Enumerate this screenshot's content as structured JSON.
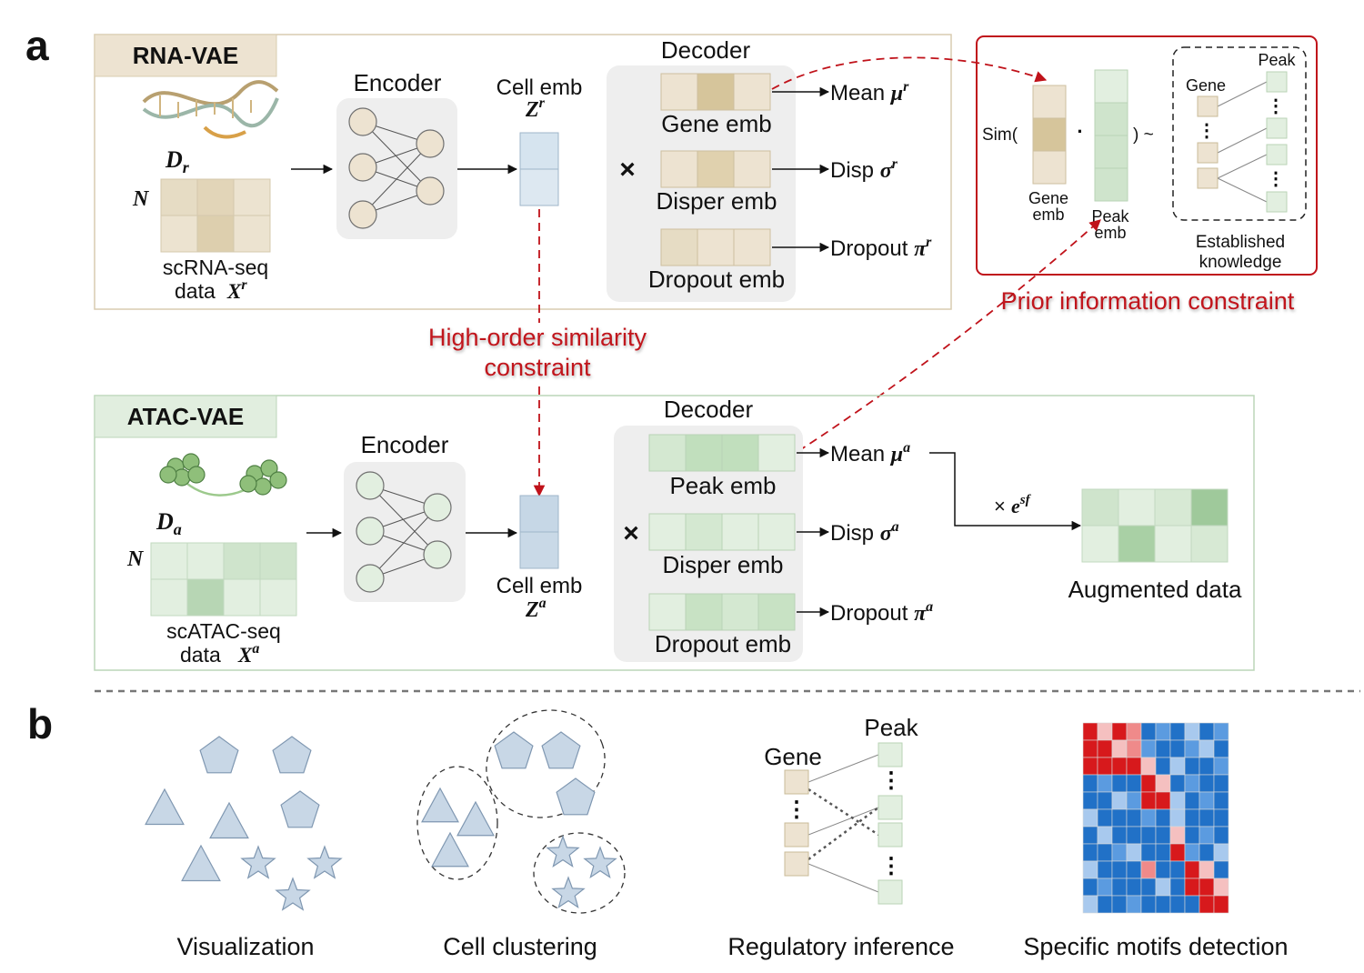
{
  "panel_a": {
    "label": "a",
    "rna_vae": {
      "title": "RNA-VAE",
      "dim_label": "D",
      "dim_sub": "r",
      "n_label": "N",
      "data_label_line1": "scRNA-seq",
      "data_label_line2": "data",
      "data_var": "X",
      "data_sup": "r",
      "encoder_label": "Encoder",
      "cell_emb_label": "Cell emb",
      "cell_emb_var": "Z",
      "cell_emb_sup": "r",
      "decoder_label": "Decoder",
      "times": "×",
      "gene_emb": "Gene emb",
      "disper_emb": "Disper emb",
      "dropout_emb": "Dropout emb",
      "mean_label": "Mean",
      "mean_sym": "μ",
      "disp_label": "Disp",
      "disp_sym": "σ",
      "dropout_label": "Dropout",
      "dropout_sym": "π",
      "sup": "r"
    },
    "prior_box": {
      "sim_open": "Sim(",
      "dot": "·",
      "close_tilde": ") ~",
      "gene_emb_l1": "Gene",
      "gene_emb_l2": "emb",
      "peak_emb_l1": "Peak",
      "peak_emb_l2": "emb",
      "gene": "Gene",
      "peak": "Peak",
      "established_l1": "Established",
      "established_l2": "knowledge",
      "vdots": "⋮"
    },
    "prior_constraint": "Prior information constraint",
    "high_order_l1": "High-order similarity",
    "high_order_l2": "constraint",
    "atac_vae": {
      "title": "ATAC-VAE",
      "dim_label": "D",
      "dim_sub": "a",
      "n_label": "N",
      "data_label_line1": "scATAC-seq",
      "data_label_line2": "data",
      "data_var": "X",
      "data_sup": "a",
      "encoder_label": "Encoder",
      "cell_emb_label": "Cell emb",
      "cell_emb_var": "Z",
      "cell_emb_sup": "a",
      "decoder_label": "Decoder",
      "times": "×",
      "peak_emb": "Peak emb",
      "disper_emb": "Disper emb",
      "dropout_emb": "Dropout emb",
      "mean_label": "Mean",
      "mean_sym": "μ",
      "disp_label": "Disp",
      "disp_sym": "σ",
      "dropout_label": "Dropout",
      "dropout_sym": "π",
      "sup": "a",
      "scale_times": "×",
      "scale_var": "e",
      "scale_sup": "sf",
      "augmented": "Augmented data"
    }
  },
  "panel_b": {
    "label": "b",
    "visualization": "Visualization",
    "cell_clustering": "Cell clustering",
    "regulatory_inference": "Regulatory inference",
    "regulatory_gene": "Gene",
    "regulatory_peak": "Peak",
    "vdots": "⋮",
    "motifs": "Specific motifs detection"
  },
  "colors": {
    "rna_light": "#ede3d1",
    "rna_mid": "#d6c59b",
    "atac_light": "#e1eedf",
    "atac_mid": "#b7d6b4",
    "cell_blue": "#d6e4ef",
    "shape_fill": "#c8d7e6",
    "shape_stroke": "#7f97b1",
    "red": "#c0121a",
    "heat_red": "#d7191c",
    "heat_blue": "#2171c7"
  },
  "heatmap_grid": [
    [
      "r",
      "r2",
      "r",
      "r1",
      "b",
      "b2",
      "b",
      "b1",
      "b",
      "b2"
    ],
    [
      "r",
      "r",
      "r2",
      "r1",
      "b2",
      "b",
      "b",
      "b2",
      "b1",
      "b"
    ],
    [
      "r",
      "r",
      "r",
      "r",
      "r2",
      "b",
      "b1",
      "b",
      "b",
      "b2"
    ],
    [
      "b",
      "b2",
      "b",
      "b",
      "r",
      "r2",
      "b",
      "b2",
      "b",
      "b"
    ],
    [
      "b",
      "b",
      "b1",
      "b2",
      "r",
      "r",
      "b1",
      "b",
      "b2",
      "b"
    ],
    [
      "b1",
      "b",
      "b",
      "b",
      "b2",
      "b",
      "b1",
      "b",
      "b",
      "b"
    ],
    [
      "b",
      "b1",
      "b",
      "b",
      "b",
      "b",
      "r2",
      "b",
      "b2",
      "b"
    ],
    [
      "b",
      "b",
      "b2",
      "b1",
      "b",
      "b",
      "r",
      "b2",
      "b",
      "b1"
    ],
    [
      "b1",
      "b",
      "b",
      "b",
      "r1",
      "b",
      "b",
      "r",
      "r2",
      "b"
    ],
    [
      "b",
      "b2",
      "b",
      "b",
      "b",
      "b1",
      "b",
      "r",
      "r",
      "r2"
    ],
    [
      "b1",
      "b",
      "b",
      "b2",
      "b",
      "b",
      "b",
      "b",
      "r",
      "r"
    ]
  ]
}
